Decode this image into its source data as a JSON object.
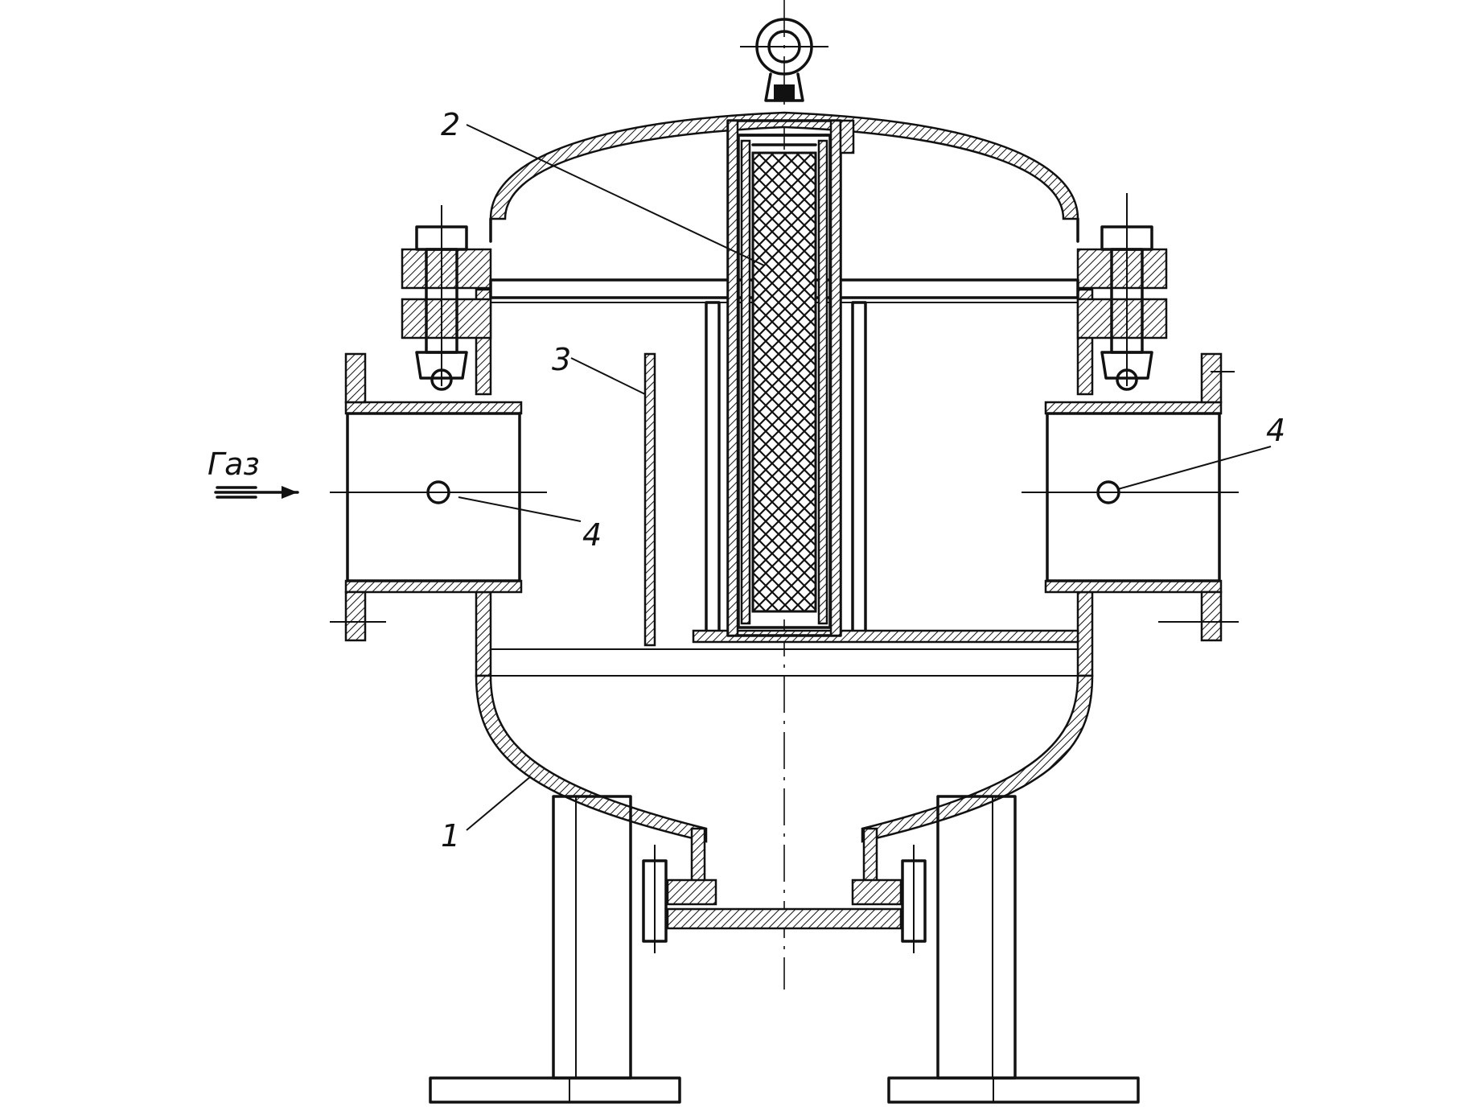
{
  "callouts": {
    "body": "1",
    "filter_cartridge": "2",
    "baffle": "3",
    "inlet_fitting": "4",
    "outlet_fitting": "4"
  },
  "flow": {
    "inlet_label": "Газ"
  },
  "colors": {
    "ink": "#111111",
    "paper": "#ffffff"
  }
}
